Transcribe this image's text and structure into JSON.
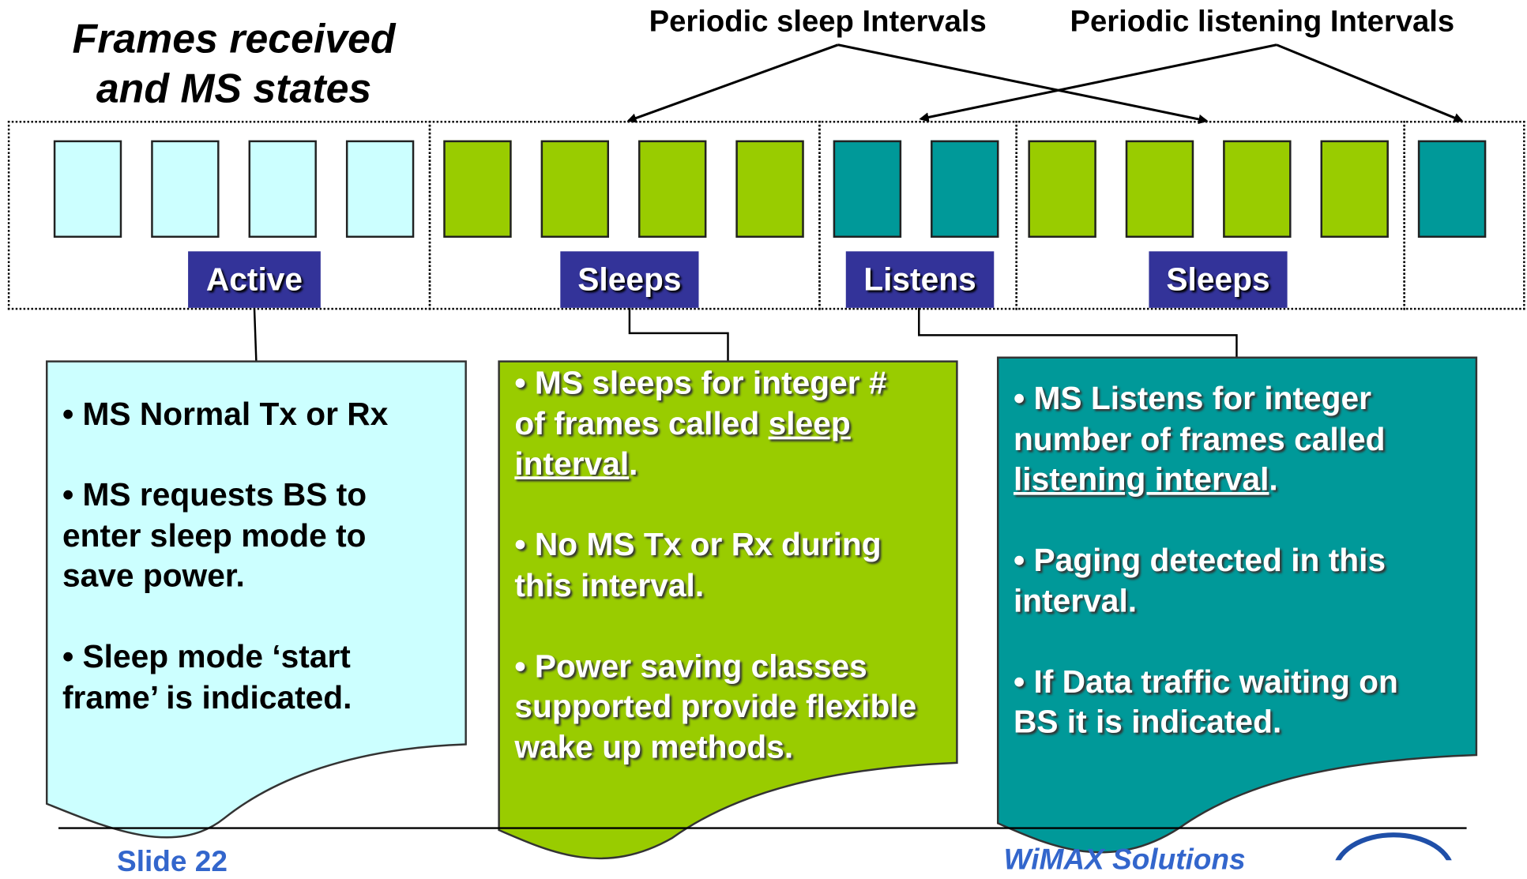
{
  "title": [
    "Frames received",
    "and MS states"
  ],
  "intervals": {
    "sleep": "Periodic sleep Intervals",
    "listen": "Periodic listening Intervals"
  },
  "states": {
    "active": "Active",
    "sleeps_1": "Sleeps",
    "listens": "Listens",
    "sleeps_2": "Sleeps"
  },
  "callouts": {
    "active": {
      "line1": "• MS Normal Tx or Rx",
      "line2a": "• MS requests BS to",
      "line2b": "enter sleep mode to",
      "line2c": "save power.",
      "line3a": "• Sleep mode ‘start",
      "line3b": "frame’ is indicated."
    },
    "sleep": {
      "line1a": "• MS sleeps for integer #",
      "line1b_prefix": "of frames called ",
      "line1b_link": "sleep",
      "line1c_link": "interval",
      "line1c_suffix": ".",
      "line2a": "• No MS Tx or Rx during",
      "line2b": "this interval.",
      "line3a": "• Power saving classes",
      "line3b": "supported provide flexible",
      "line3c": "wake up methods."
    },
    "listen": {
      "line1a": "• MS Listens for integer",
      "line1b": "number of frames called",
      "line1c_link": "listening interval",
      "line1c_suffix": ".",
      "line2a": "• Paging detected in this",
      "line2b": "interval.",
      "line3a": "• If Data traffic waiting on",
      "line3b": "BS it is indicated."
    }
  },
  "footer": {
    "left": "Slide 22",
    "right": "WiMAX Solutions"
  },
  "colors": {
    "active_frame": "#ccffff",
    "sleep_frame": "#99cc00",
    "listen_frame": "#009999",
    "state_label_bg": "#333399",
    "footer_text": "#3366cc"
  }
}
